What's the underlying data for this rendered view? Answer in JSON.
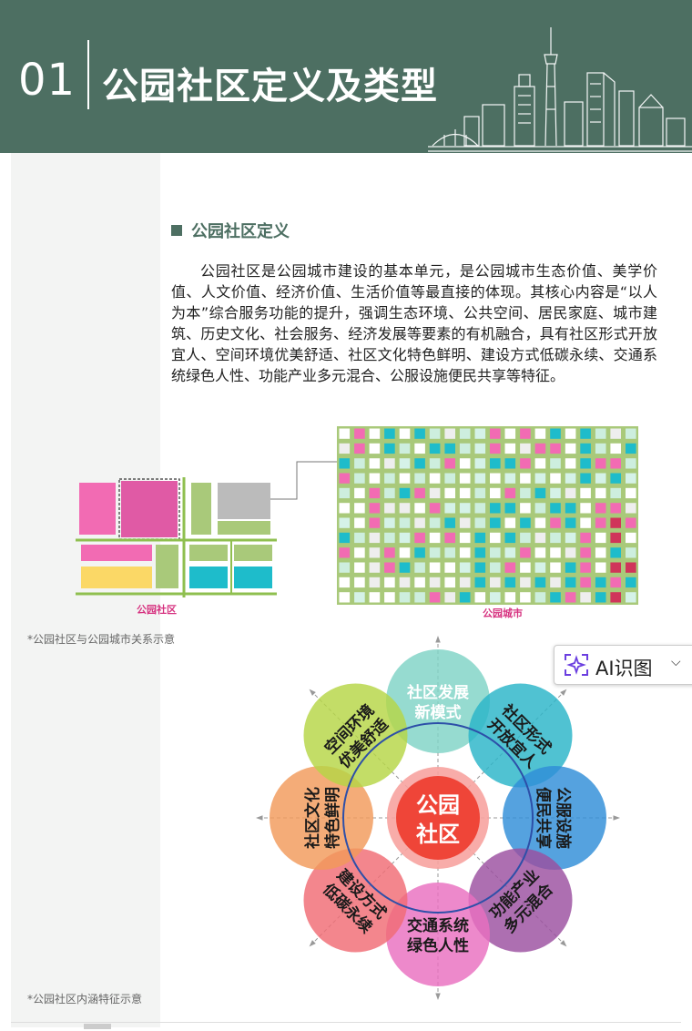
{
  "header": {
    "number": "01",
    "title": "公园社区定义及类型"
  },
  "section": {
    "title": "公园社区定义",
    "paragraph": "公园社区是公园城市建设的基本单元，是公园城市生态价值、美学价值、人文价值、经济价值、生活价值等最直接的体现。其核心内容是“以人为本”综合服务功能的提升，强调生态环境、公共空间、居民家庭、城市建筑、历史文化、社会服务、经济发展等要素的有机融合，具有社区形式开放宜人、空间环境优美舒适、社区文化特色鲜明、建设方式低碳永续、交通系统绿色人性、功能产业多元混合、公服设施便民共享等特征。"
  },
  "diagram1": {
    "left_label": "公园社区",
    "right_label": "公园城市",
    "caption": "*公园社区与公园城市关系示意"
  },
  "diagram2": {
    "center": [
      "公园",
      "社区"
    ],
    "petals": [
      {
        "line1": "社区发展",
        "line2": "新模式",
        "color": "#7fd3c6"
      },
      {
        "line1": "社区形式",
        "line2": "开放宜人",
        "color": "#29b5c8"
      },
      {
        "line1": "公服设施",
        "line2": "便民共享",
        "color": "#2f8ed8"
      },
      {
        "line1": "功能产业",
        "line2": "多元混合",
        "color": "#9b4fa0"
      },
      {
        "line1": "交通系统",
        "line2": "绿色人性",
        "color": "#e96fc0"
      },
      {
        "line1": "建设方式",
        "line2": "低碳永续",
        "color": "#f06b74"
      },
      {
        "line1": "社区文化",
        "line2": "特色鲜明",
        "color": "#f29a5a"
      },
      {
        "line1": "空间环境",
        "line2": "优美舒适",
        "color": "#b6d645"
      }
    ],
    "caption": "*公园社区内涵特征示意"
  },
  "ai_badge": {
    "label": "AI识图",
    "icon": "sparkle-scan-icon"
  },
  "colors": {
    "header_bg": "#4d6f62",
    "green": "#a9c97a",
    "pink": "#f26bb3",
    "cyan": "#1ebccb",
    "yellow": "#fbd866",
    "center": "#ef4538"
  }
}
